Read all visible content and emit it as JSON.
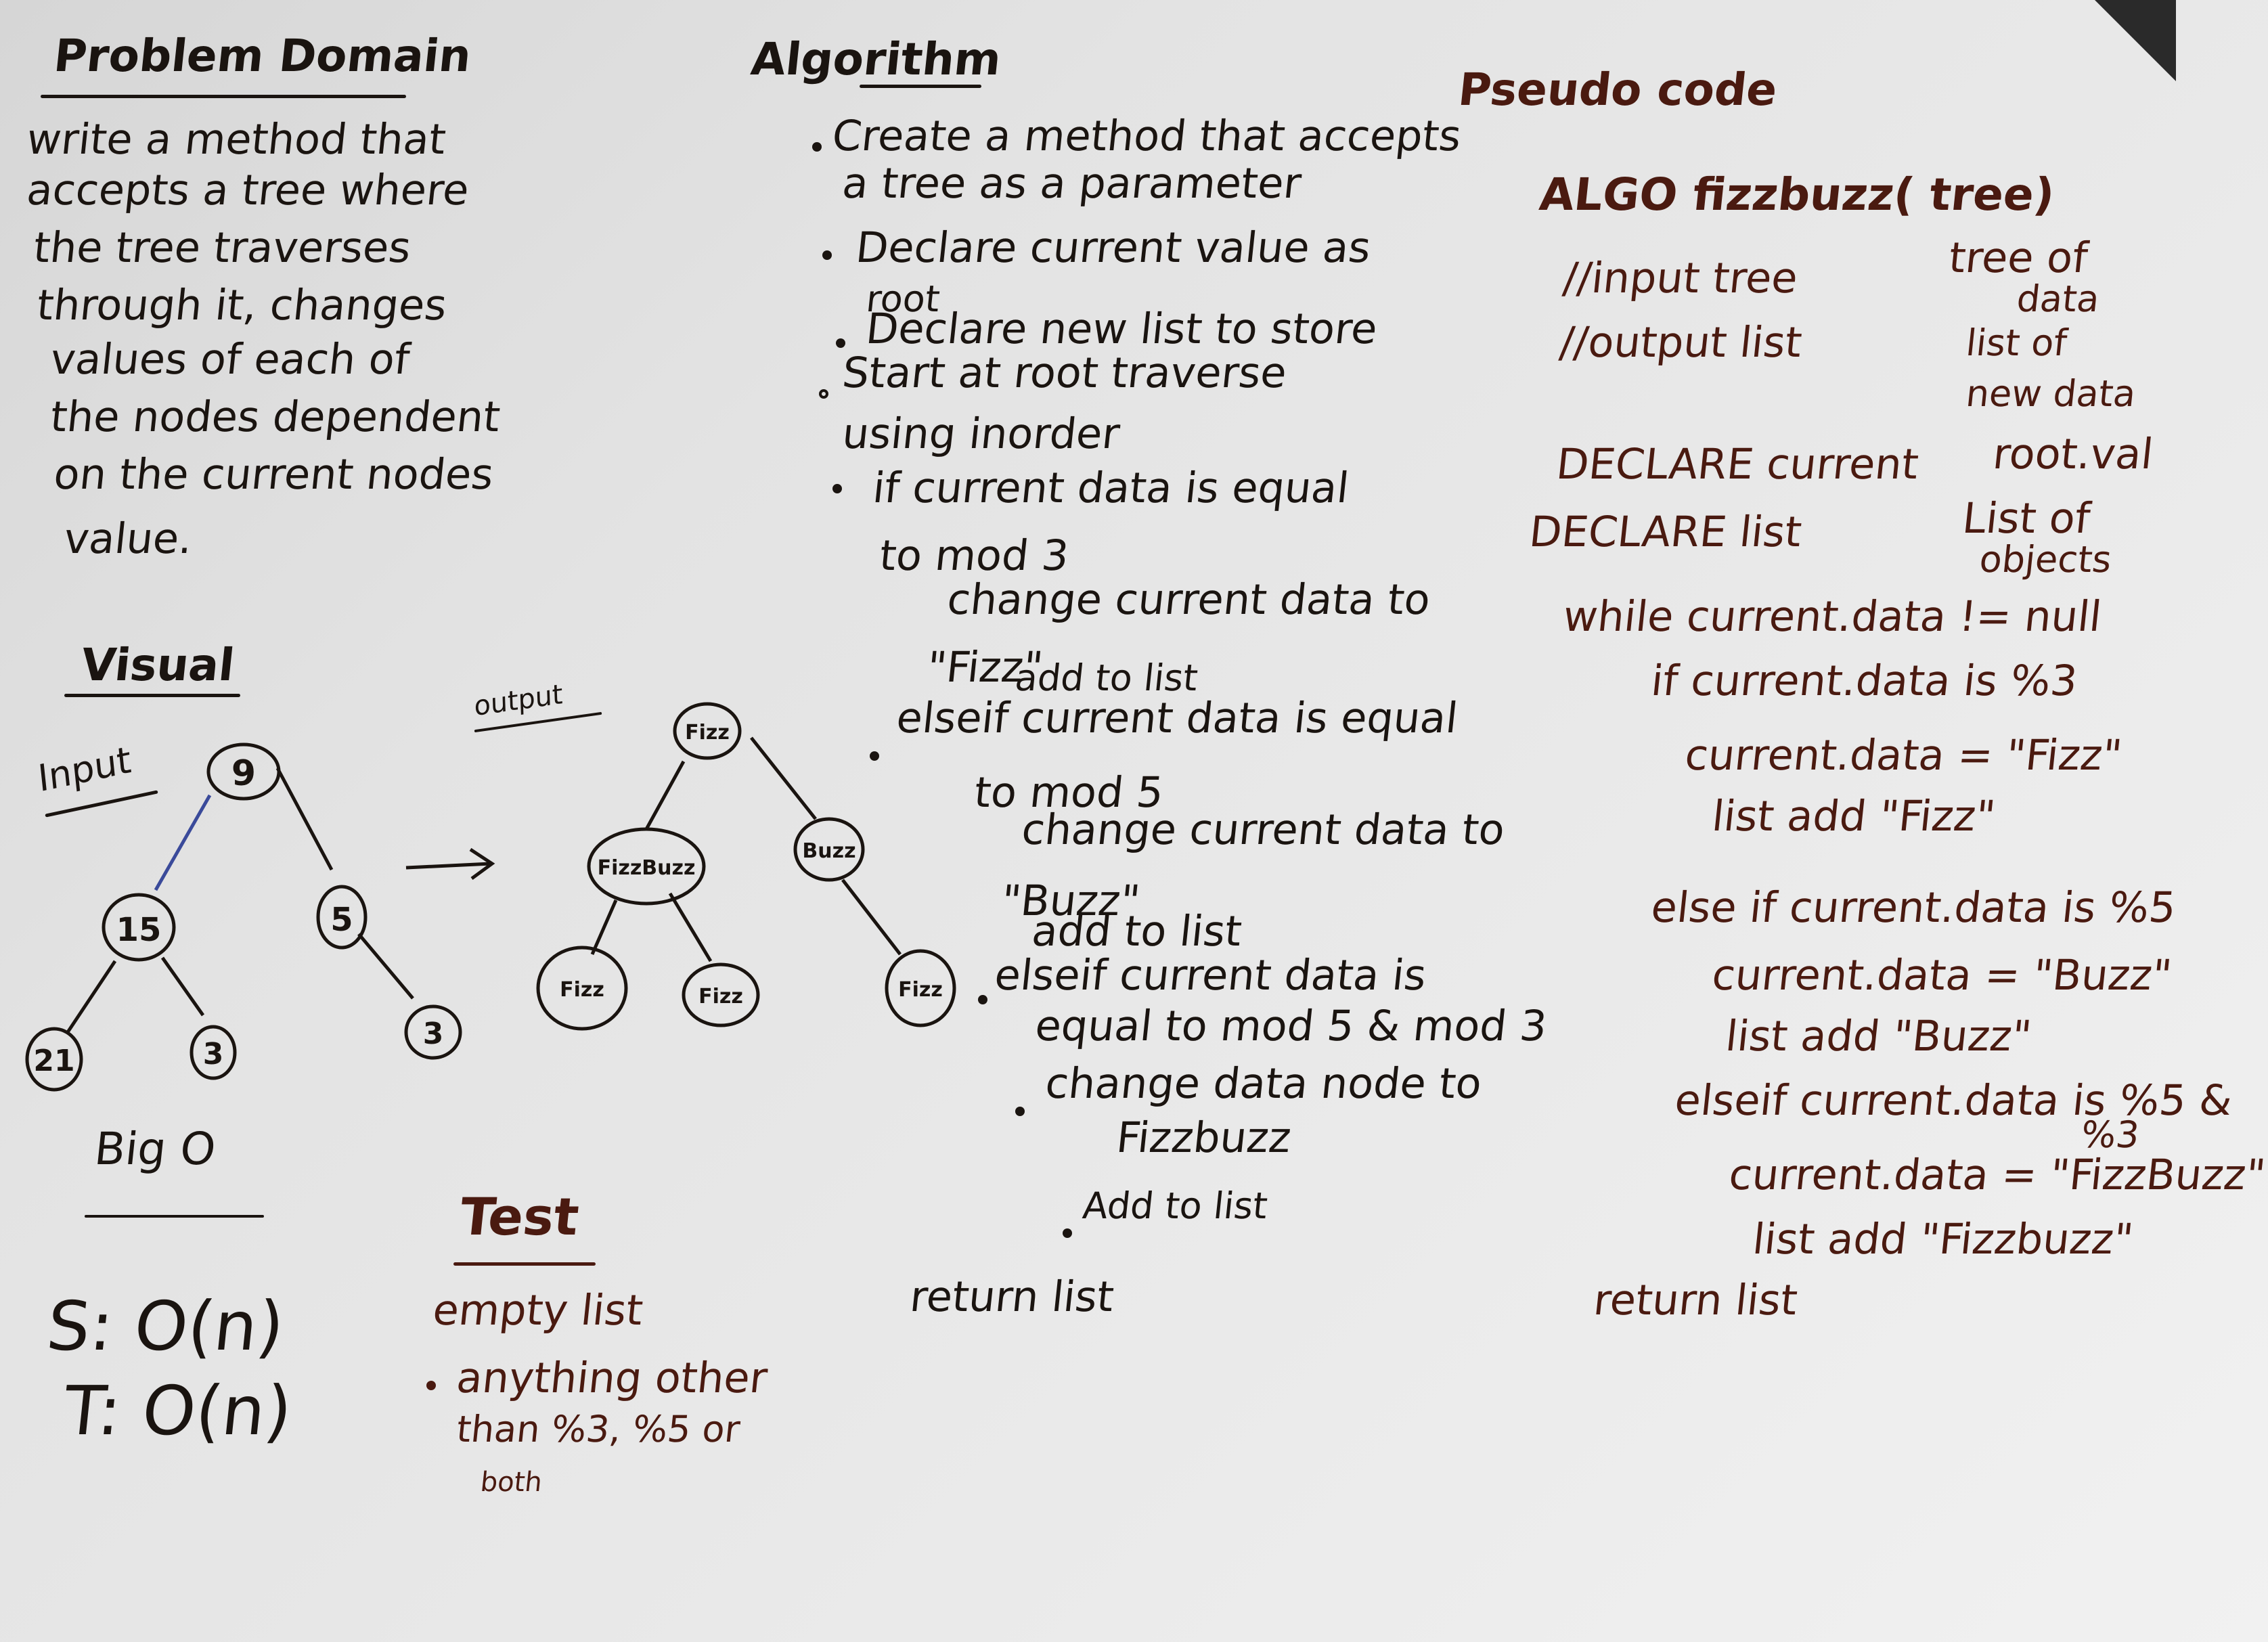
{
  "problem_domain": {
    "title": "Problem Domain",
    "lines": [
      "write a method that",
      "accepts a tree where",
      "the tree traverses",
      "through it, changes",
      "values of each of",
      "the nodes dependent",
      "on the current nodes",
      "value."
    ]
  },
  "algorithm": {
    "title": "Algorithm",
    "lines": [
      "Create a method that accepts",
      "a tree as a parameter",
      "Declare current value as",
      "root",
      "Declare new list to store",
      "Start at root traverse",
      "using inorder",
      "if current data is equal",
      "to mod 3",
      "change current data to",
      "\"Fizz\"",
      "add to list",
      "elseif current data is equal",
      "to mod 5",
      "change current data to",
      "\"Buzz\"",
      "add to list",
      "elseif current data is",
      "equal to mod 5 & mod 3",
      "change data node to",
      "Fizzbuzz",
      "Add to list",
      "return list"
    ]
  },
  "pseudocode": {
    "title": "Pseudo code",
    "lines": [
      "ALGO fizzbuzz( tree)",
      "//input tree",
      "tree of",
      "data",
      "//output list",
      "list of",
      "new data",
      "DECLARE current",
      "root.val",
      "DECLARE list",
      "List of",
      "objects",
      "while current.data != null",
      "if current.data is %3",
      "current.data = \"Fizz\"",
      "list add \"Fizz\"",
      "else if current.data is %5",
      "current.data = \"Buzz\"",
      "list add \"Buzz\"",
      "elseif current.data is %5 &",
      "%3",
      "current.data = \"FizzBuzz\"",
      "list add \"Fizzbuzz\"",
      "return list"
    ]
  },
  "visual": {
    "title": "Visual",
    "input_label": "Input",
    "output_label": "output",
    "input_tree": [
      "9",
      "15",
      "5",
      "21",
      "3",
      "3"
    ],
    "output_tree": [
      "Fizz",
      "FizzBuzz",
      "Buzz",
      "Fizz",
      "Fizz",
      "Fizz"
    ]
  },
  "big_o": {
    "title": "Big O",
    "space": "S: O(n)",
    "time": "T: O(n)"
  },
  "test": {
    "title": "Test",
    "lines": [
      "empty list",
      "anything other",
      "than %3, %5 or",
      "both"
    ]
  },
  "colors": {
    "board": "#e6e6e6",
    "black_ink": "#1a1410",
    "brown_ink": "#4a1a10",
    "blue_line": "#3a4a9a"
  }
}
